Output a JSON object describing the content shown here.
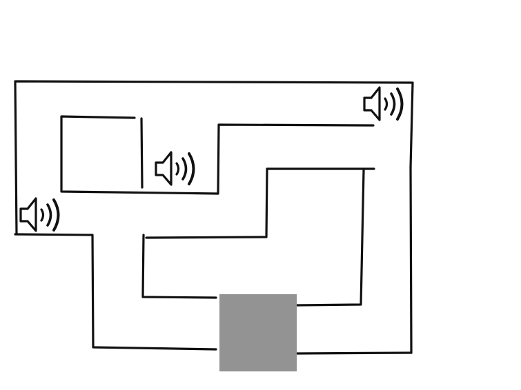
{
  "diagram": {
    "kind": "maze",
    "background_color": "#ffffff",
    "wall_color": "#111111",
    "goal": {
      "icon": "gray-square-goal",
      "color": "#939393"
    },
    "speakers": [
      {
        "id": "speaker-top-right",
        "icon": "speaker-sound-icon"
      },
      {
        "id": "speaker-middle",
        "icon": "speaker-sound-icon"
      },
      {
        "id": "speaker-left",
        "icon": "speaker-sound-icon"
      }
    ]
  }
}
